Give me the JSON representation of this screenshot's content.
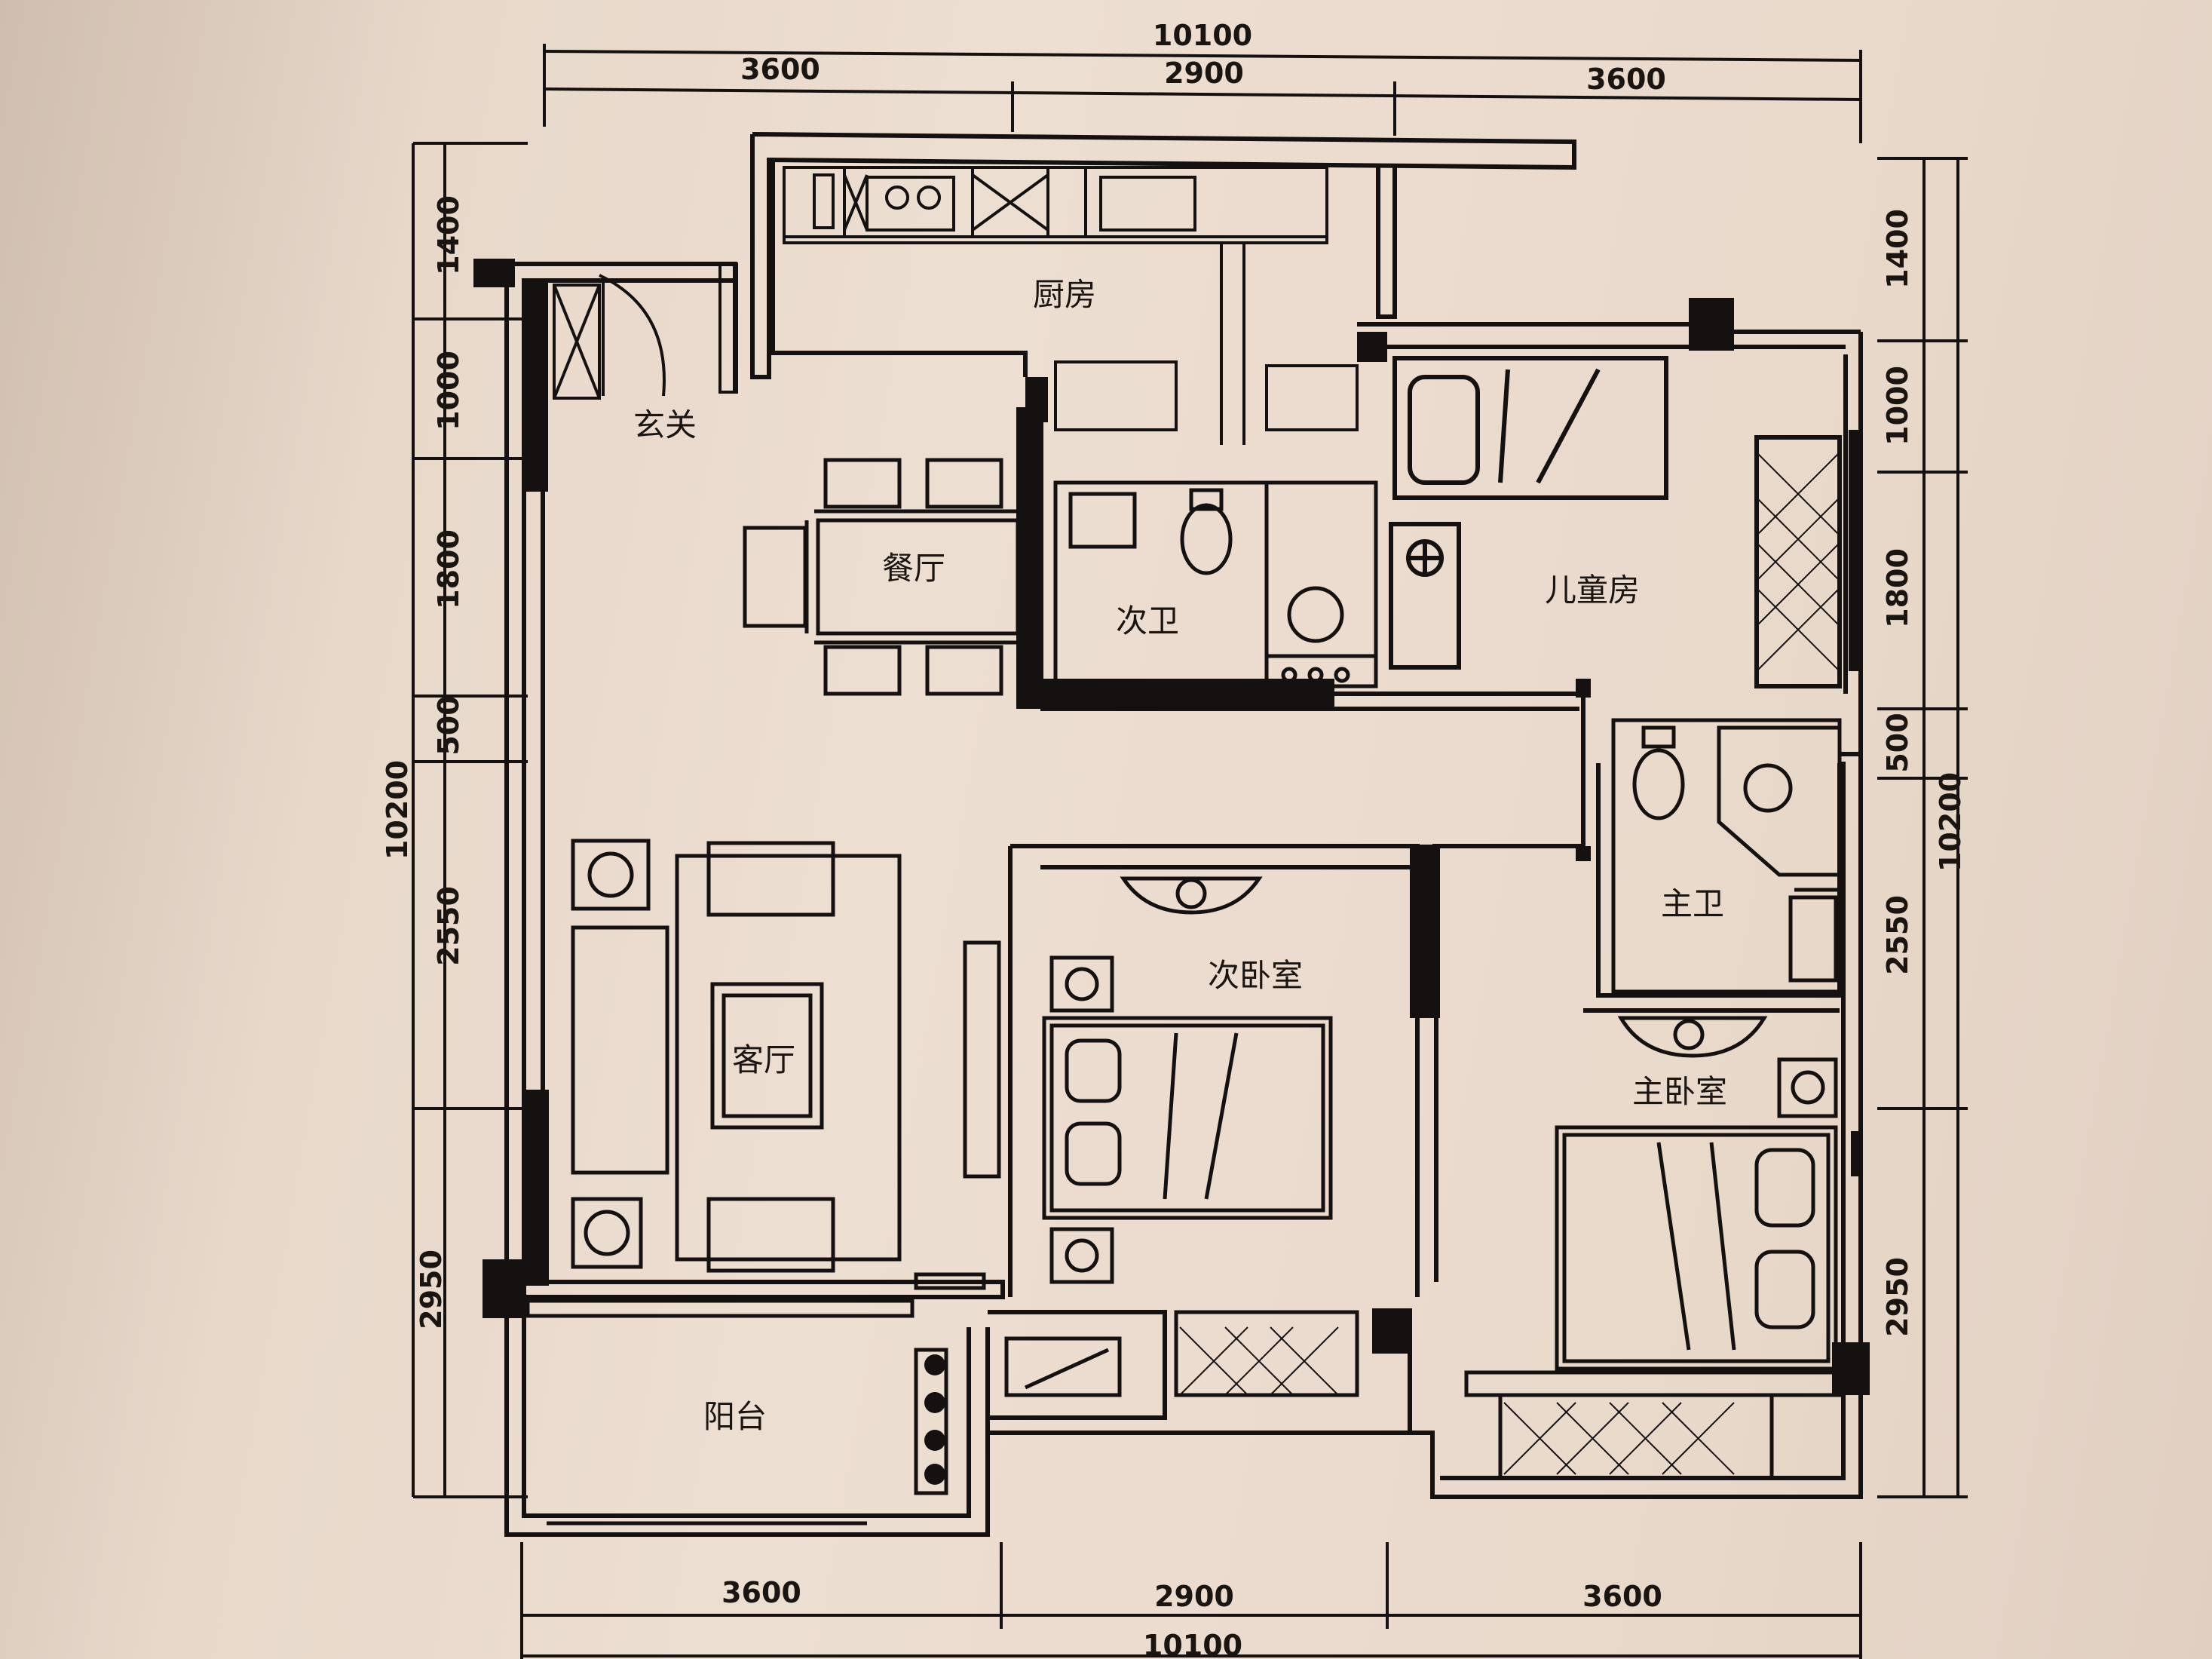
{
  "dimensions": {
    "top_total": "10100",
    "top_segments": [
      "3600",
      "2900",
      "3600"
    ],
    "bottom_segments": [
      "3600",
      "2900",
      "3600"
    ],
    "bottom_total": "10100",
    "left_segments": [
      "1400",
      "1000",
      "1800",
      "500",
      "2550",
      "2950"
    ],
    "left_total": "10200",
    "right_segments": [
      "1400",
      "1000",
      "1800",
      "500",
      "2550",
      "2950"
    ],
    "right_total": "10200"
  },
  "rooms": {
    "kitchen": "厨房",
    "entrance": "玄关",
    "dining": "餐厅",
    "second_bath": "次卫",
    "kids_room": "儿童房",
    "master_bath": "主卫",
    "living": "客厅",
    "second_bedroom": "次卧室",
    "master_bedroom": "主卧室",
    "balcony": "阳台"
  },
  "colors": {
    "ink": "#141110",
    "paper": "#ecddd0"
  }
}
